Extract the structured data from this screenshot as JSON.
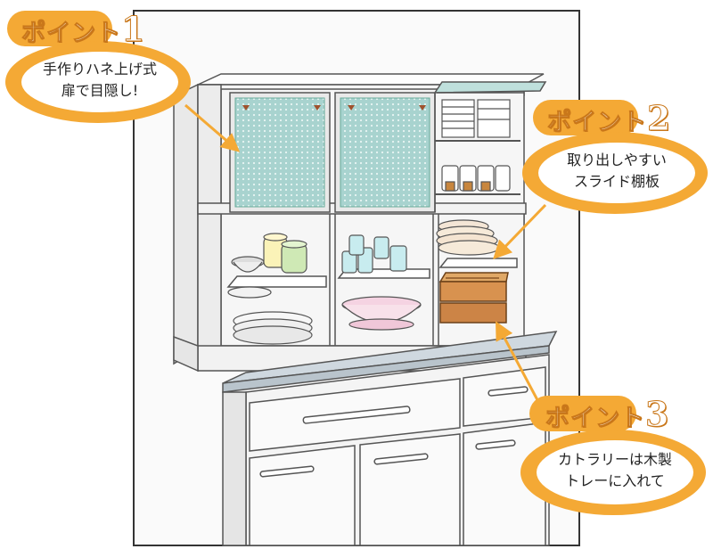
{
  "callouts": [
    {
      "title": "ポイント",
      "number": "1",
      "text": "手作りハネ上げ式\n扉で目隠し!"
    },
    {
      "title": "ポイント",
      "number": "2",
      "text": "取り出しやすい\nスライド棚板"
    },
    {
      "title": "ポイント",
      "number": "3",
      "text": "カトラリーは木製\nトレーに入れて"
    }
  ],
  "colors": {
    "badge_fill": "#f4a935",
    "badge_border": "#e5962a",
    "cabinet_line": "#555555",
    "cabinet_fill": "#f2f2f2",
    "panel_glass": "#a9d2cf",
    "countertop": "#cfd8df",
    "tray": "#d99a57",
    "arrow": "#f4a935"
  },
  "icons": [
    "bowl-icon",
    "plate-stack-icon",
    "glass-icon",
    "cup-icon",
    "tray-icon",
    "arrow-icon"
  ]
}
